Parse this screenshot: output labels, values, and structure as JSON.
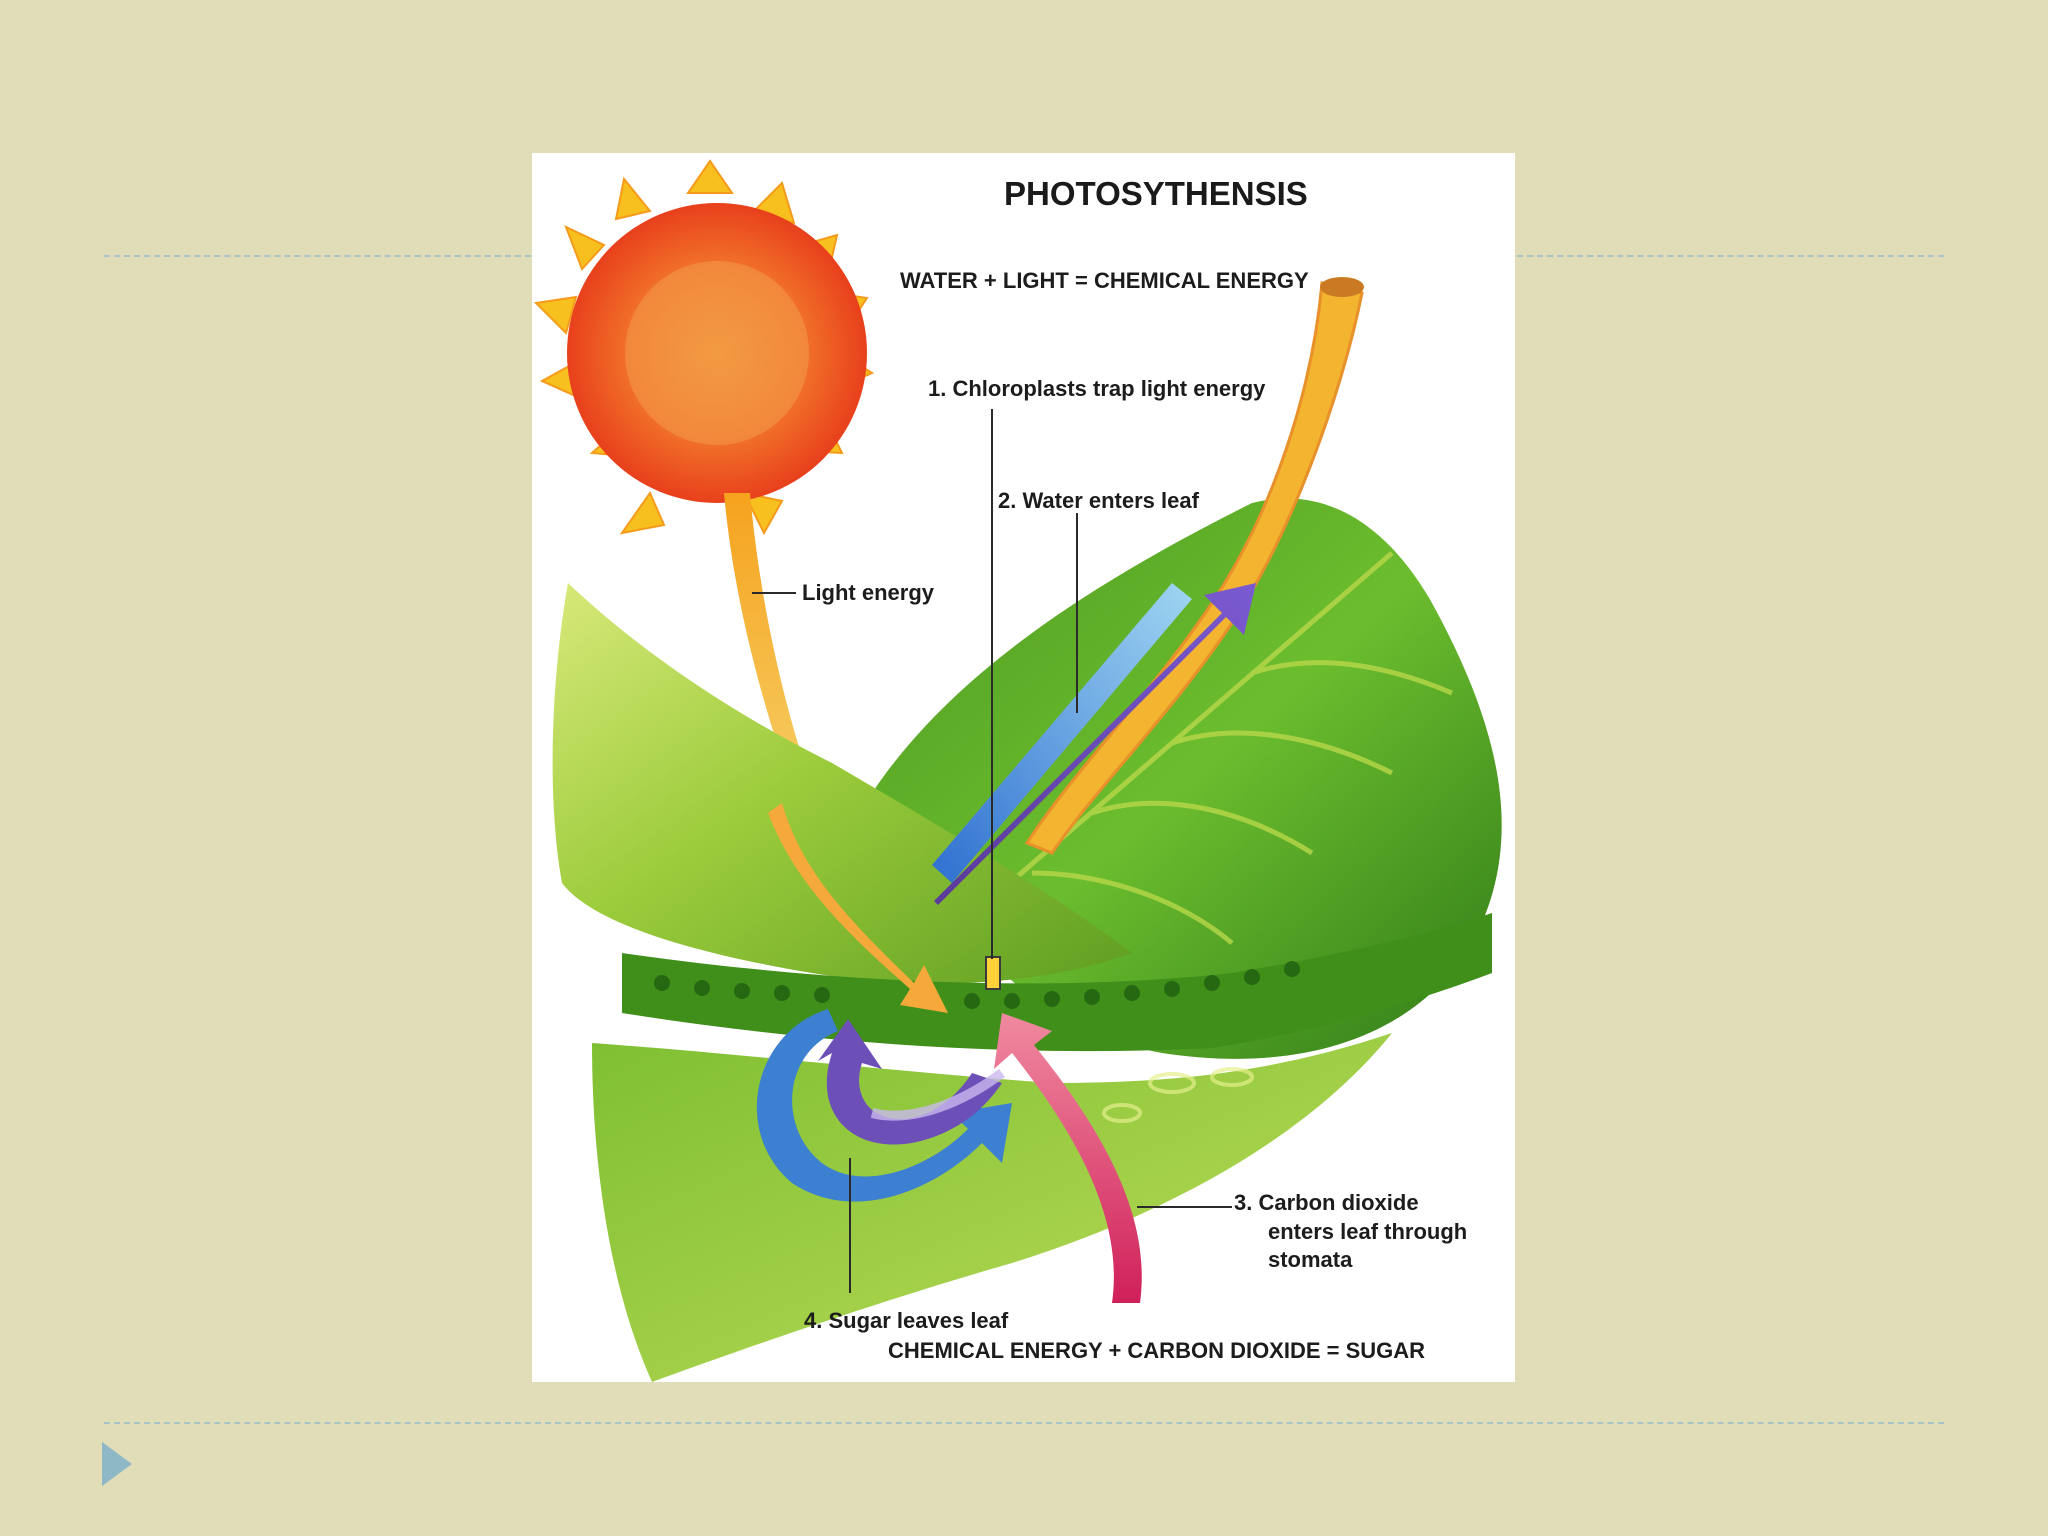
{
  "figure": {
    "title": "PHOTOSYTHENSIS",
    "equation_top": "WATER + LIGHT = CHEMICAL ENERGY",
    "step1": "1.  Chloroplasts trap light energy",
    "step2": "2.  Water enters leaf",
    "light_label": "Light energy",
    "step3_lines": [
      "3.  Carbon dioxide",
      "enters leaf through",
      "stomata"
    ],
    "step4": "4.  Sugar leaves leaf",
    "equation_bottom": "CHEMICAL ENERGY + CARBON DIOXIDE = SUGAR"
  },
  "colors": {
    "slide_background": "#e0ddb8",
    "rule": "#a8c4c4",
    "nav_arrow": "#8fb8c6",
    "sun_core": "#f26a21",
    "sun_rays": "#f7c01e",
    "leaf_green": "#6fb22f",
    "water_arrow": "#5aa9e0",
    "sugar_arrow": "#5b3f9e",
    "co2_arrow": "#e0356a"
  }
}
